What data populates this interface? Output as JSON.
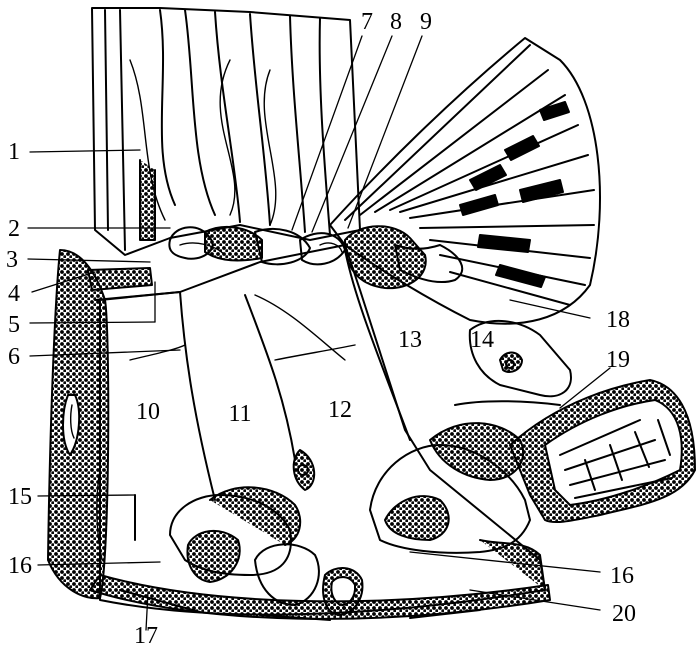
{
  "figure": {
    "labels": [
      "1",
      "2",
      "3",
      "4",
      "5",
      "6",
      "7",
      "8",
      "9",
      "10",
      "11",
      "12",
      "13",
      "14",
      "15",
      "16",
      "17",
      "18",
      "19",
      "16",
      "20"
    ],
    "colors": {
      "ink": "#000000",
      "paper": "#ffffff",
      "stipple": "#8a8a8a"
    }
  }
}
